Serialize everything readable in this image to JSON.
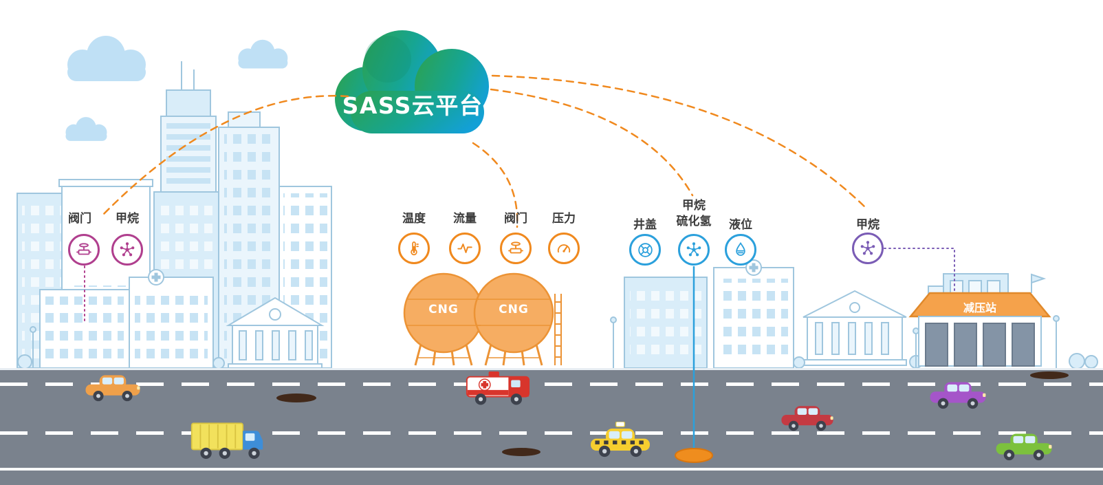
{
  "cloud": {
    "title": "SASS云平台"
  },
  "sensor_groups": {
    "city": {
      "valve_label": "阀门",
      "methane_label": "甲烷",
      "color": "#b03f8e"
    },
    "cng": {
      "temperature_label": "温度",
      "flow_label": "流量",
      "valve_label": "阀门",
      "pressure_label": "压力",
      "color": "#f0891e"
    },
    "pipeline": {
      "manhole_label": "井盖",
      "gas_label_line1": "甲烷",
      "gas_label_line2": "硫化氢",
      "level_label": "液位",
      "color": "#2ba0dc"
    },
    "station": {
      "methane_label": "甲烷",
      "color": "#7a5cb5"
    }
  },
  "facilities": {
    "cng_tank_label": "CNG",
    "station_label": "减压站"
  },
  "icons": {
    "valve": "valve-icon",
    "methane": "molecule-icon",
    "temperature": "thermometer-icon",
    "flow": "waveform-icon",
    "pressure": "gauge-icon",
    "manhole": "manhole-cover-icon",
    "level": "water-level-icon"
  },
  "colors": {
    "connection_line": "#f0891e",
    "road": "#7a828d",
    "building_outline": "#9fc6de",
    "tank_fill": "#f6ad62",
    "cloud_gradient_start": "#2aa255",
    "cloud_gradient_end": "#13a0d6"
  }
}
